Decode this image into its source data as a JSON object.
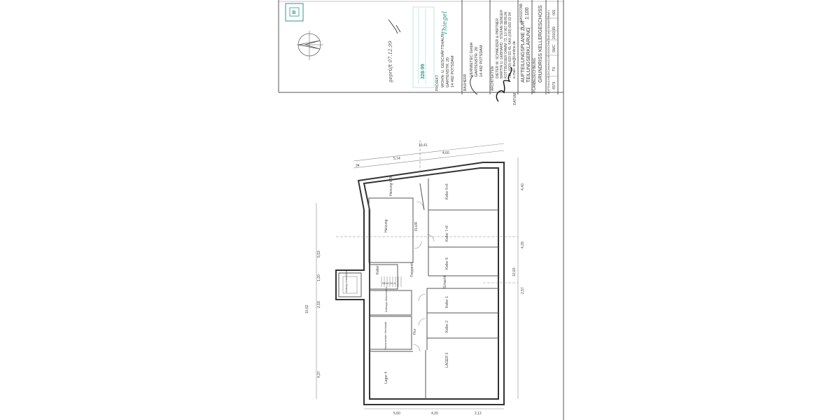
{
  "sheet": {
    "stamp_letter": "B",
    "approval_note": "geprüft 07.12.99",
    "stamp_number": "328-99",
    "stamp_signature": "Thiegel"
  },
  "title_block": {
    "project_label": "PROJEKT",
    "project_lines": [
      "WOHN- U. GESCHÄFTSHAUS",
      "GARTENSTR. 20",
      "14 482 POTSDAM"
    ],
    "client_label": "BAUHERR",
    "client_lines": [
      "VERMIETEC GmbH",
      "GARTENSTR. 20",
      "14 482 POTSDAM"
    ],
    "architect_label": "ARCHITEKTEN",
    "architect_lines": [
      "DIETER W. SCHNEIDER & PARTNER",
      "MARTIN U. GEBHARD - STEFAN SENGER",
      "KOTTBUSSER DAMM 73, 10 967 BERLIN",
      "TEL (030) 693 83 45, FAX (030) 693 03 94",
      "e-mail: dws@t-online.de"
    ],
    "date_label": "DATUM",
    "plan_title_lines": [
      "AUFTEILUNGSPLANE ZUR",
      "TEILUNGSERKLÄRUNG"
    ],
    "scale_label": "MASSSTAB",
    "scale": "1:100",
    "plan_label": "PLANBEZEICHNUNG",
    "plan_name": "GRUNDRISS KELLERGESCHOSS",
    "meta_headers": [
      "AUFTRAGS-NR.",
      "ZEICHNUNGS-NR.",
      "GEZEICHNET",
      "DATUM",
      "GEÄNDERT",
      "INDEX"
    ],
    "meta_values": [
      "4579",
      "TS",
      "SMC",
      "2010.99",
      "",
      "001"
    ]
  },
  "rooms": [
    {
      "name": "Heizung WW"
    },
    {
      "name": "Heizung"
    },
    {
      "name": "FLUR"
    },
    {
      "name": "Keller 5+6"
    },
    {
      "name": "Keller 7+8"
    },
    {
      "name": "Keller 9"
    },
    {
      "name": "Keller"
    },
    {
      "name": "Treppenh."
    },
    {
      "name": "Aufzug Unterfahrt"
    },
    {
      "name": "RD/H 10.4"
    },
    {
      "name": "Schacht"
    },
    {
      "name": "Aufzugs-Maschinenr."
    },
    {
      "name": "Keller 1"
    },
    {
      "name": "Keller 2"
    },
    {
      "name": "Flur"
    },
    {
      "name": "Hausmeister Werkstatt"
    },
    {
      "name": "LAGER 3"
    },
    {
      "name": "Lager 4"
    }
  ],
  "dimensions": {
    "top": [
      "10,41",
      "5,74",
      "4,60",
      "34"
    ],
    "right": [
      "4,40",
      "4,29",
      "10,60",
      "2,57"
    ],
    "left": [
      "10,62",
      "5,53",
      "1,20",
      "2,18",
      "4,37"
    ],
    "bottom": [
      "5,60",
      "4,20",
      "2,12"
    ]
  }
}
